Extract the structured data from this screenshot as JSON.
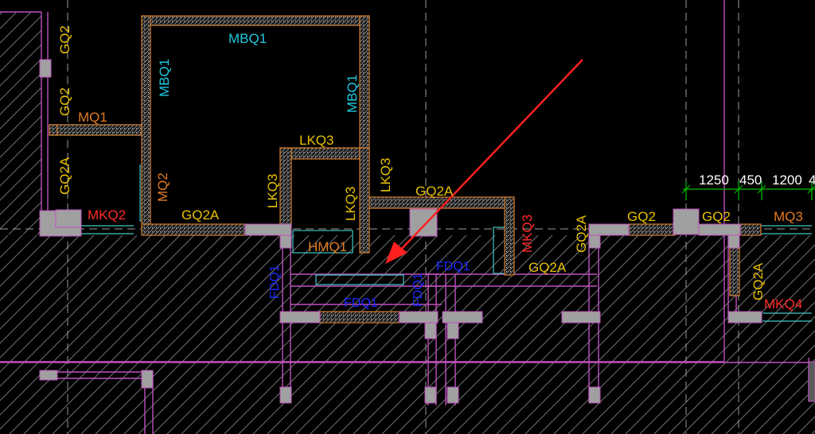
{
  "drawing": {
    "background": "#000000",
    "colors": {
      "wall_outline": "#d07a2a",
      "wall_hatch": "#8a8a8a",
      "column_fill": "#a0a0a0",
      "partition": "#c050c0",
      "window": "#40c8c8",
      "dimension": "#00c000",
      "axis": "#9a9a9a",
      "annotation_arrow": "#ff2020",
      "label_yellow": "#e8c000",
      "label_cyan": "#20c8e0",
      "label_red": "#ff2a2a",
      "label_blue": "#1a2aff",
      "label_orange": "#e07a20",
      "label_white": "#ffffff"
    }
  },
  "labels": {
    "gq2_top": "GQ2",
    "gq2_mid": "GQ2",
    "mq1": "MQ1",
    "gq2a_left": "GQ2A",
    "mkq2": "MKQ2",
    "mbq1_top": "MBQ1",
    "mbq1_left": "MBQ1",
    "mbq1_right": "MBQ1",
    "mq2": "MQ2",
    "gq2a_bottom": "GQ2A",
    "lkq3_top": "LKQ3",
    "lkq3_left": "LKQ3",
    "lkq3_inner": "LKQ3",
    "lkq3_right": "LKQ3",
    "hmq1": "HMQ1",
    "gq2a_mid": "GQ2A",
    "mkq3": "MKQ3",
    "gq2a_r1": "GQ2A",
    "gq2a_r2": "GQ2A",
    "gq2_r1": "GQ2",
    "gq2_r2": "GQ2",
    "mq3": "MQ3",
    "gq2a_far": "GQ2A",
    "mkq4": "MKQ4",
    "fdq_a": "FDQ1",
    "fdq_b": "FDQ1",
    "fdq_c": "FDQ1",
    "fdq_d": "FDQ1"
  },
  "dimensions": [
    "1250",
    "450",
    "1200",
    "4"
  ]
}
